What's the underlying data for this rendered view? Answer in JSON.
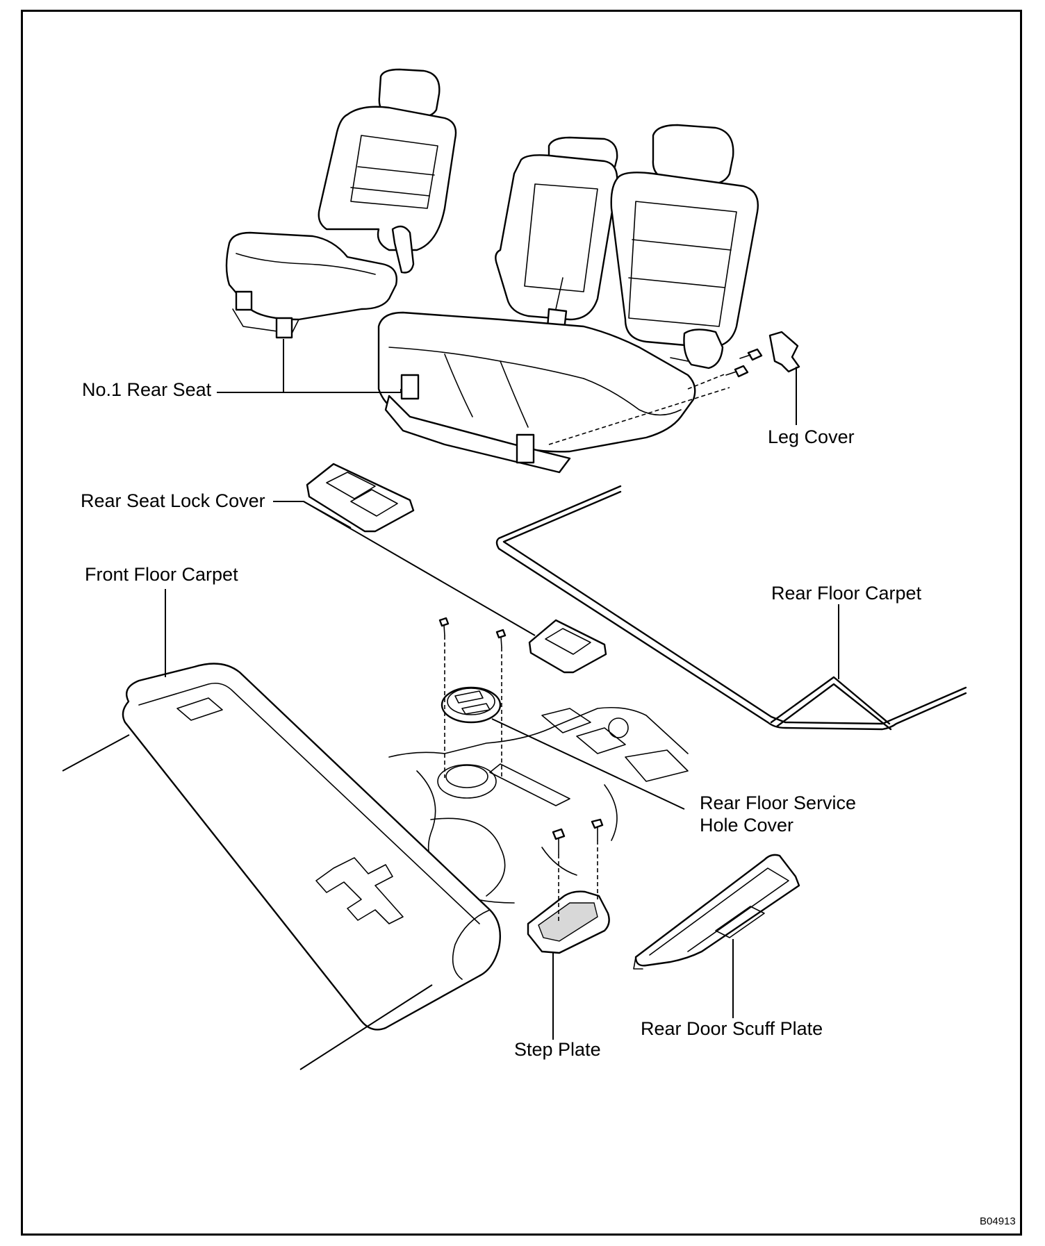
{
  "labels": {
    "no1_rear_seat": "No.1 Rear Seat",
    "leg_cover": "Leg Cover",
    "rear_seat_lock_cover": "Rear Seat Lock Cover",
    "front_floor_carpet": "Front Floor Carpet",
    "rear_floor_carpet": "Rear Floor Carpet",
    "rear_floor_service_hole_cover_line1": "Rear Floor Service",
    "rear_floor_service_hole_cover_line2": "Hole Cover",
    "step_plate": "Step Plate",
    "rear_door_scuff_plate": "Rear Door Scuff Plate"
  },
  "figure_code": "B04913"
}
